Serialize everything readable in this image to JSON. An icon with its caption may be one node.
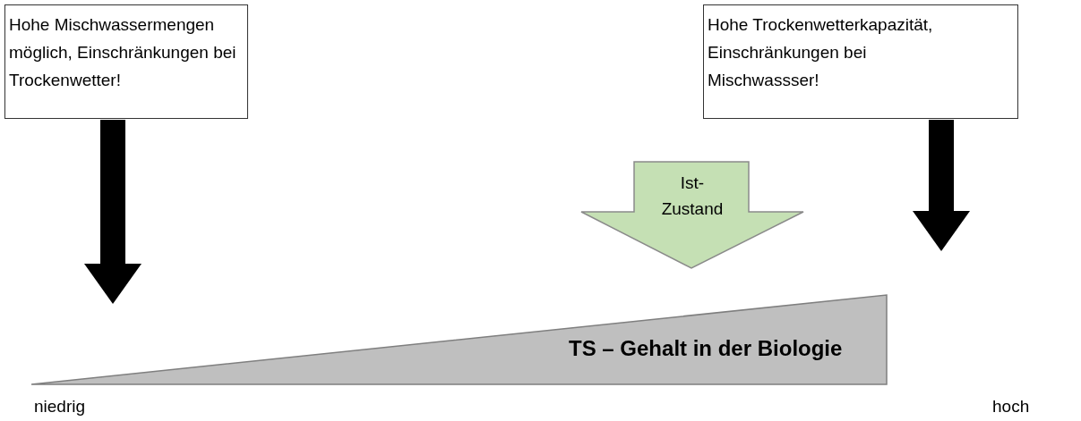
{
  "diagram": {
    "nodes": [
      {
        "text": [
          "Hohe Mischwassermengen möglich, Einschränkungen bei Trockenwetter!"
        ]
      },
      {
        "text": [
          "Hohe Trockenwetterkapazität, Einschränkungen bei Mischwassser!"
        ]
      },
      {
        "text": [
          "Ist- Zustand"
        ]
      },
      {
        "text": [
          "TS – Gehalt in der Biologie"
        ]
      }
    ],
    "edges": [
      {
        "from": 0,
        "to": null,
        "arrow": "to"
      },
      {
        "from": 1,
        "to": null,
        "arrow": "to"
      }
    ],
    "labels": [
      "niedrig",
      "hoch"
    ]
  }
}
